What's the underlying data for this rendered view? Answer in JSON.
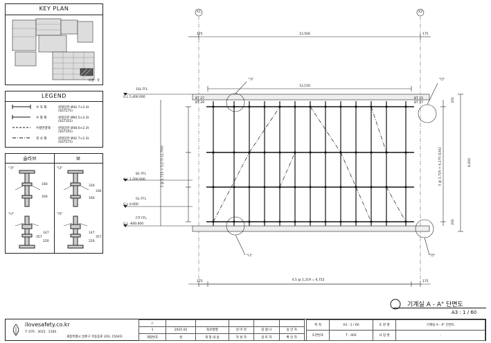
{
  "key_plan": {
    "title": "KEY PLAN",
    "scale_note": "시설 : 유"
  },
  "legend": {
    "title": "LEGEND",
    "items": [
      {
        "name": "수 직 재",
        "spec": "원형강관  Ø42.7×2.3t (SGT275)"
      },
      {
        "name": "수 평 재",
        "spec": "원형강관  Ø60.5×2.3t (SGT355)"
      },
      {
        "name": "수평연결재",
        "spec": "원형강관  Ø48.6×2.3t (SGT355)"
      },
      {
        "name": "경 사 재",
        "spec": "원형강관  Ø42.7×2.3t (SGT275)"
      }
    ]
  },
  "details": {
    "slab_title": "슬라브",
    "beam_title": "보",
    "slab_top_label": "\"가\"",
    "slab_bot_label": "\"나\"",
    "beam_top_label": "\"다\"",
    "beam_bot_label": "\"라\"",
    "slab_top_dims": [
      "160",
      "160"
    ],
    "slab_bot_dims": [
      "147",
      "220"
    ],
    "beam_top_dims": [
      "316",
      "330",
      "160"
    ],
    "beam_bot_dims": [
      "147",
      "220",
      "357"
    ],
    "slab_bot_extra": "357"
  },
  "elevation": {
    "grid_left": "X1",
    "grid_right": "X2",
    "top_dim": "12,500",
    "inner_dim": "12,150",
    "bottom_dim": "4.5 @ 1,219 = 6,752",
    "bottom_small_left": "175",
    "bottom_small_right": "175",
    "right_dim": "6,000",
    "left_vert_dim": "3 @ 1,725 = 5,175 (2,700)",
    "right_vert_dim": "3 @ 1,725 = 5,175 (141)",
    "top_left_small": "175",
    "top_right_small": "175",
    "levels": [
      {
        "name": "1SL FFL",
        "gl": "G.L 5,400.000"
      },
      {
        "name": "B1 FFL",
        "gl": "G.L 1,200.000"
      },
      {
        "name": "GL FFL",
        "gl": "G.L 0.000"
      },
      {
        "name": "FIT FFL",
        "gl": "G.L -600.000"
      }
    ],
    "callouts": [
      "\"가\"",
      "\"다\"",
      "\"나\"",
      "\"라\""
    ],
    "right_top_dim": "200",
    "right_bot_dim": "200",
    "top_left_pair": [
      "BT 27",
      "BT 29"
    ],
    "top_right_pair": [
      "BT 25",
      "BT 27"
    ]
  },
  "drawing_title": {
    "title": "기계실 A - A\" 단면도",
    "scale": "A3 : 1 / 60"
  },
  "title_block": {
    "site": "ilovesafety.co.kr",
    "tel": "T: 070 . 3015 . 2100",
    "address": "세종특별시 방촌구 목동동로 203, 1504호",
    "rev_header": "개정번호",
    "rev_no": "1",
    "date": "2025.02",
    "rev_by": "성",
    "rev_desc": "최초발행",
    "rev_desc2": "개 정 내 용",
    "person1": "김 미 라",
    "person1_role": "작 성 자",
    "person2": "김 철 나",
    "person2_role": "검 토 자",
    "person3": "승 인 자",
    "person3_role": "확 인 자",
    "scale_label": "축 척",
    "scale_value": "A3 : 1 / 60",
    "dwg_no_label": "도면번호",
    "dwg_no": "T - 002",
    "name_label": "도 면 명",
    "name_value": "기계실 A - A\" 단면도",
    "proj_label": "사 업 명",
    "proj_value": "-"
  }
}
